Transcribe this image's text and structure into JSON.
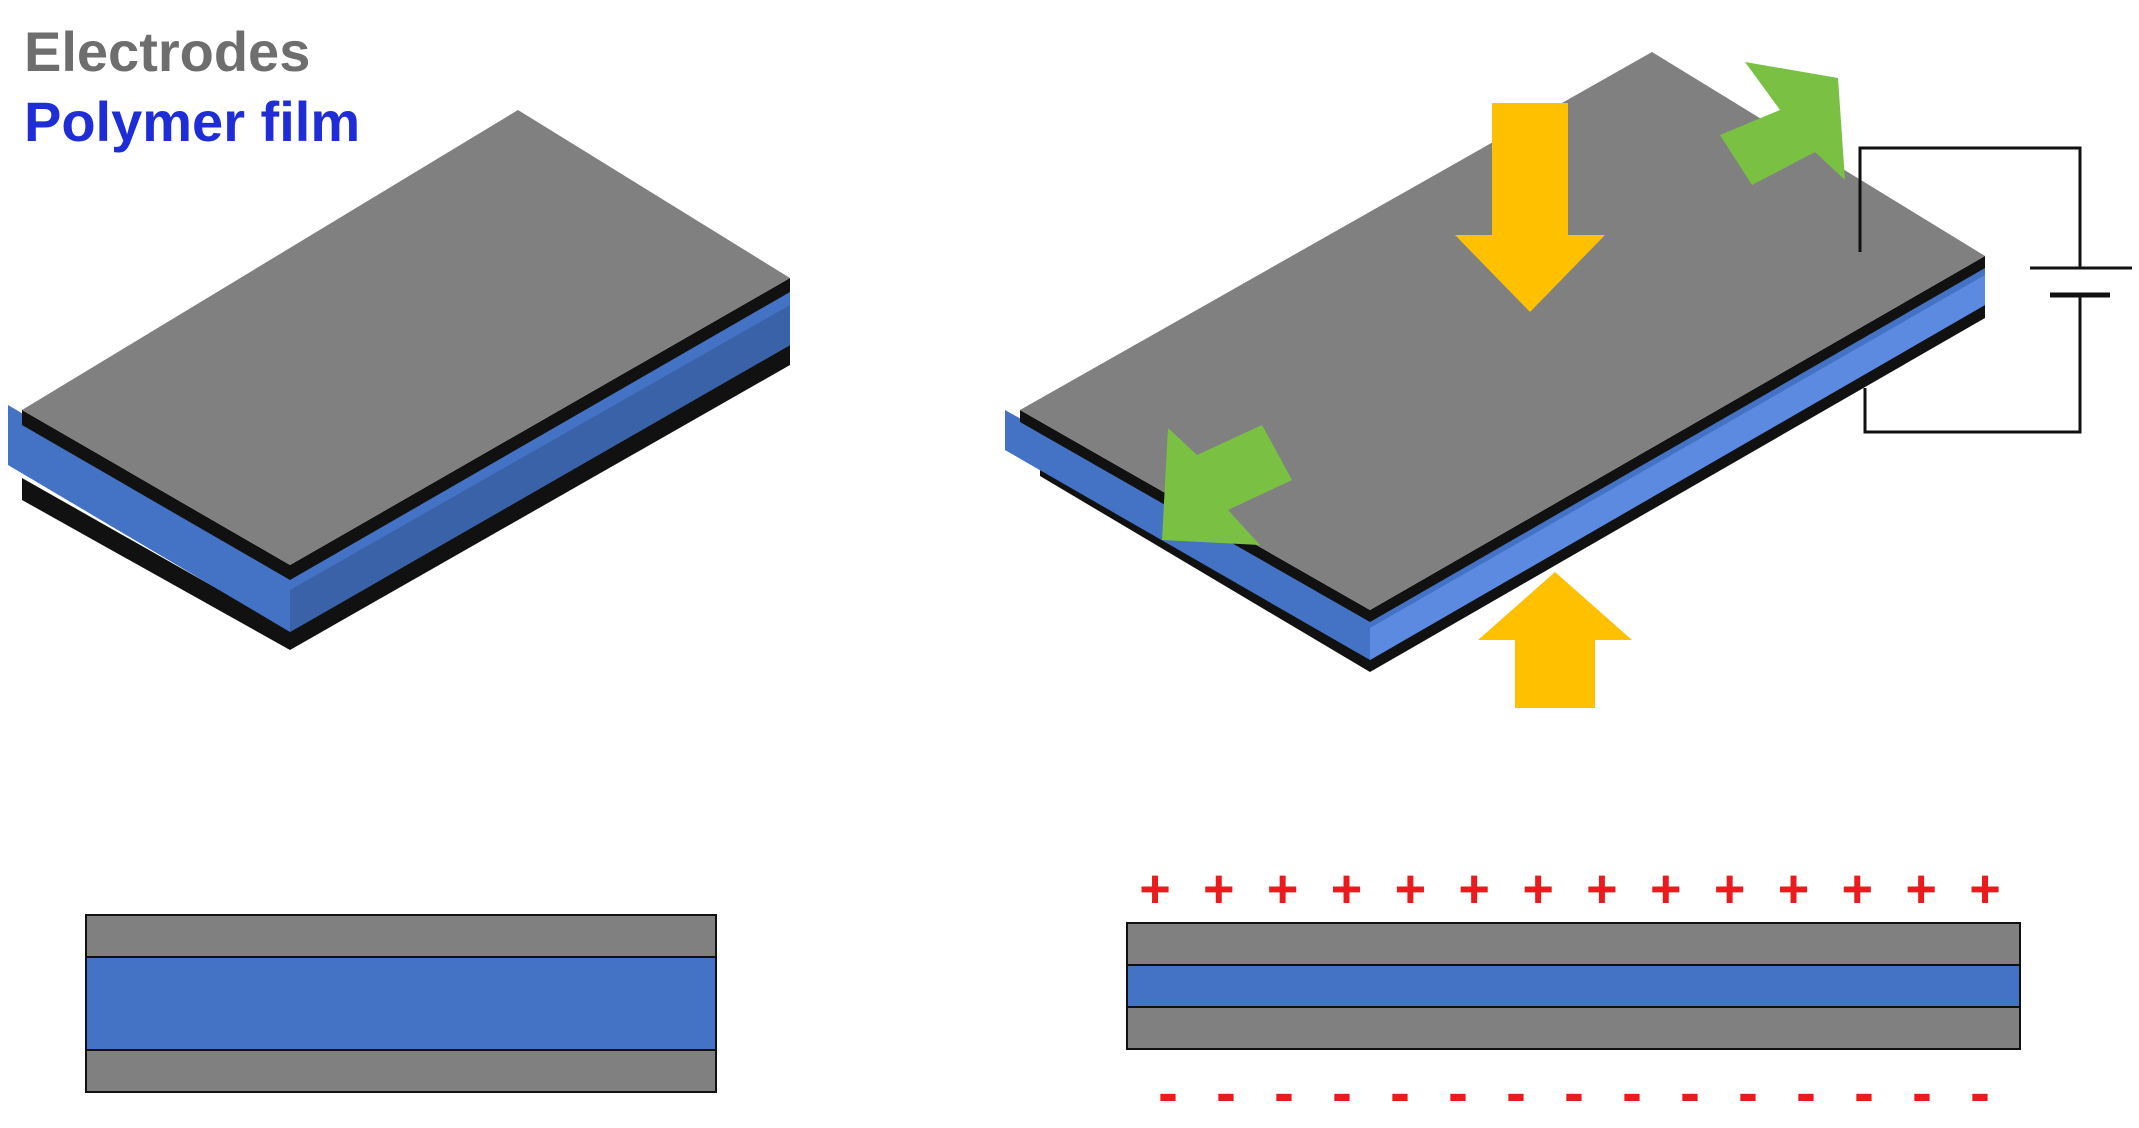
{
  "legend": {
    "electrodes_label": "Electrodes",
    "polymer_label": "Polymer film"
  },
  "colors": {
    "electrode": "#808080",
    "electrode_edge": "#000000",
    "polymer": "#4472c4",
    "polymer_light": "#5b8ae0",
    "compression_arrow": "#ffc000",
    "stretch_arrow": "#7ac143",
    "charge": "#e81c1c",
    "legend_electrodes": "#6e6e6e",
    "legend_polymer": "#1f2dd6"
  },
  "charges": {
    "positive_symbol": "+",
    "negative_symbol": "-",
    "positive_count": 14,
    "negative_count": 15
  }
}
